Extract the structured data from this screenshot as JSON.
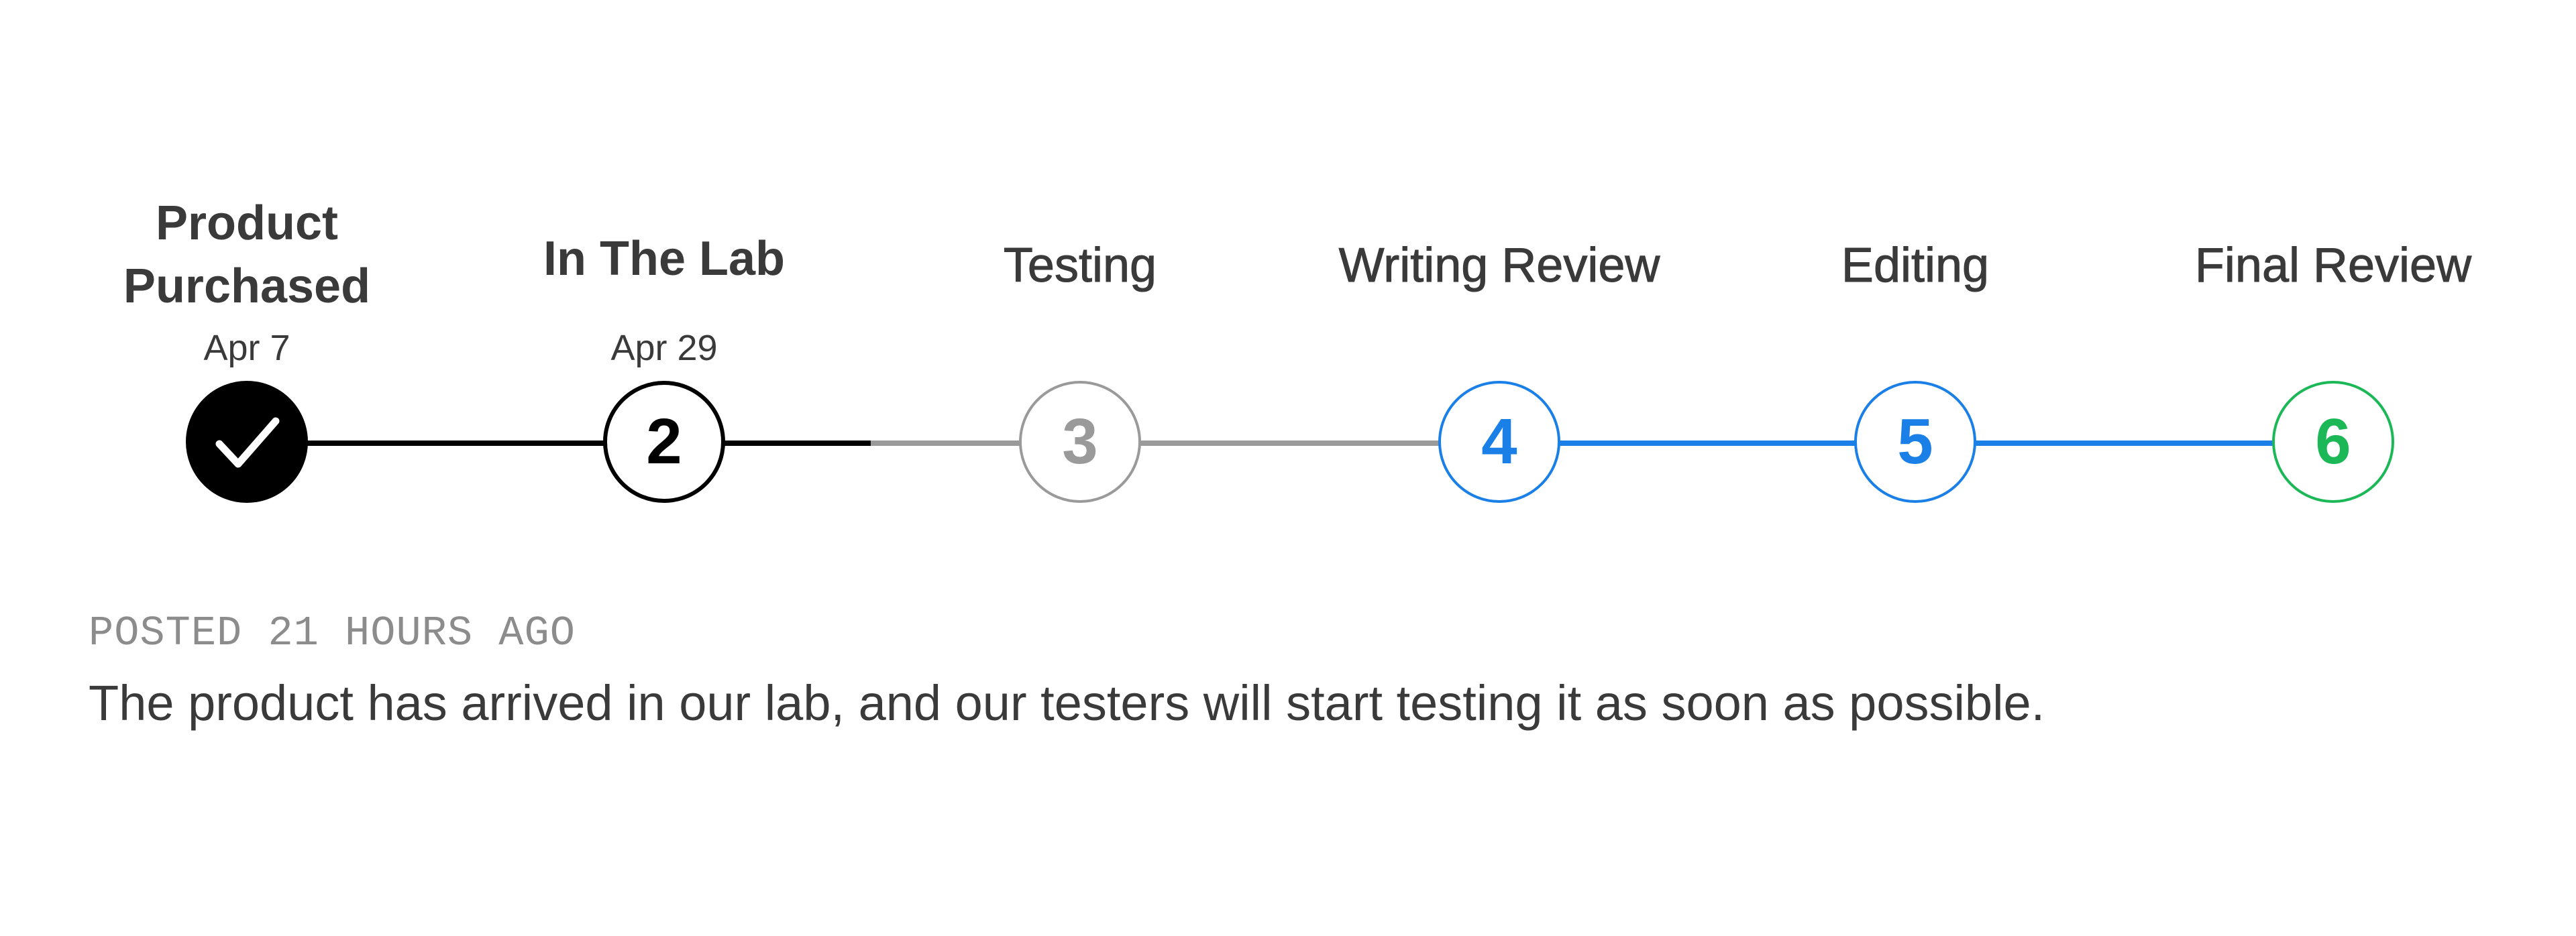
{
  "tracker": {
    "steps": [
      {
        "title": "Product Purchased",
        "date": "Apr 7",
        "marker": "checkmark-icon",
        "state": "complete"
      },
      {
        "title": "In The Lab",
        "date": "Apr 29",
        "marker": "2",
        "state": "current"
      },
      {
        "title": "Testing",
        "marker": "3",
        "state": "pending"
      },
      {
        "title": "Writing Review",
        "marker": "4",
        "state": "upcoming"
      },
      {
        "title": "Editing",
        "marker": "5",
        "state": "upcoming"
      },
      {
        "title": "Final Review",
        "marker": "6",
        "state": "upcoming-final"
      }
    ],
    "colors": {
      "complete": "#000000",
      "pending": "#9a9a9a",
      "upcoming": "#1a7fe6",
      "final": "#1cb857",
      "text": "#3a3a3a"
    }
  },
  "update": {
    "posted": "POSTED 21 HOURS AGO",
    "message": "The product has arrived in our lab, and our testers will start testing it as soon as possible."
  }
}
